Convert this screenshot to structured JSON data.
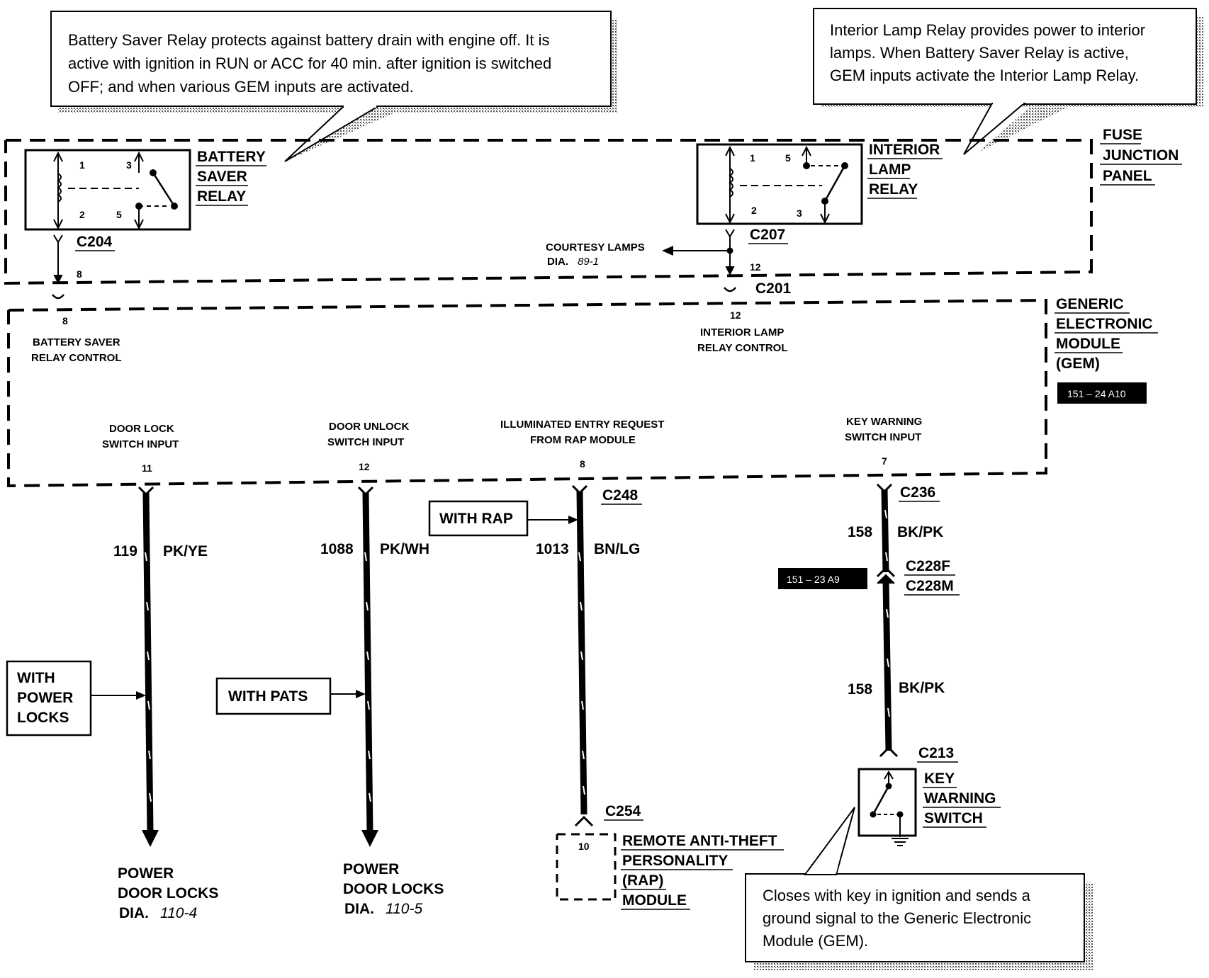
{
  "callouts": {
    "battery_saver": [
      "Battery Saver Relay protects against battery drain with engine off. It is",
      "active with ignition in RUN or ACC for 40 min. after ignition is switched",
      "OFF; and when various GEM inputs are activated."
    ],
    "interior_lamp": [
      "Interior Lamp Relay provides power to interior",
      "lamps. When Battery Saver Relay is active,",
      "GEM inputs activate the Interior Lamp Relay."
    ],
    "key_switch": [
      "Closes with key in ignition and sends a",
      "ground signal to the Generic Electronic",
      "Module (GEM)."
    ]
  },
  "labels": {
    "fuse_junction_panel": [
      "FUSE",
      "JUNCTION",
      "PANEL"
    ],
    "gem": [
      "GENERIC",
      "ELECTRONIC",
      "MODULE",
      "(GEM)"
    ],
    "courtesy_lamps": "COURTESY LAMPS",
    "courtesy_dia_prefix": "DIA.",
    "courtesy_dia_ref": "89-1",
    "rap": [
      "REMOTE ANTI-THEFT",
      "PERSONALITY",
      "(RAP)",
      "MODULE"
    ],
    "key_warning_switch": [
      "KEY",
      "WARNING",
      "SWITCH"
    ]
  },
  "relays": {
    "battery_saver": {
      "label": [
        "BATTERY",
        "SAVER",
        "RELAY"
      ],
      "pins": [
        "1",
        "3",
        "2",
        "5"
      ]
    },
    "interior_lamp": {
      "label": [
        "INTERIOR",
        "LAMP",
        "RELAY"
      ],
      "pins": [
        "1",
        "5",
        "2",
        "3"
      ]
    }
  },
  "connectors": {
    "c204": "C204",
    "c207": "C207",
    "c201": "C201",
    "c248": "C248",
    "c254": "C254",
    "c236": "C236",
    "c228f": "C228F",
    "c228m": "C228M",
    "c213": "C213"
  },
  "pins": {
    "p8": "8",
    "p12": "12",
    "p10": "10"
  },
  "gem_inputs": {
    "bsr_control": [
      "BATTERY SAVER",
      "RELAY CONTROL"
    ],
    "ilr_control": [
      "INTERIOR LAMP",
      "RELAY CONTROL"
    ],
    "door_lock": [
      "DOOR LOCK",
      "SWITCH INPUT"
    ],
    "door_lock_pin": "11",
    "door_unlock": [
      "DOOR UNLOCK",
      "SWITCH   INPUT"
    ],
    "door_unlock_pin": "12",
    "illuminated": [
      "ILLUMINATED ENTRY REQUEST",
      "FROM RAP MODULE"
    ],
    "illuminated_pin": "8",
    "key_warning": [
      "KEY   WARNING",
      "SWITCH   INPUT"
    ],
    "key_warning_pin": "7"
  },
  "refs": {
    "gem": "151 – 24 A10",
    "c228": "151 – 23 A9"
  },
  "wires": [
    {
      "number": "119",
      "color": "PK/YE"
    },
    {
      "number": "1088",
      "color": "PK/WH"
    },
    {
      "number": "1013",
      "color": "BN/LG"
    },
    {
      "number": "158",
      "color": "BK/PK"
    }
  ],
  "conditions": {
    "power_locks": [
      "WITH",
      "POWER",
      "LOCKS"
    ],
    "pats": "WITH PATS",
    "rap": "WITH RAP"
  },
  "destinations": {
    "locks_1": [
      "POWER",
      "DOOR LOCKS",
      "DIA.",
      "110-4"
    ],
    "locks_2": [
      "POWER",
      "DOOR LOCKS",
      "DIA.",
      "110-5"
    ]
  }
}
